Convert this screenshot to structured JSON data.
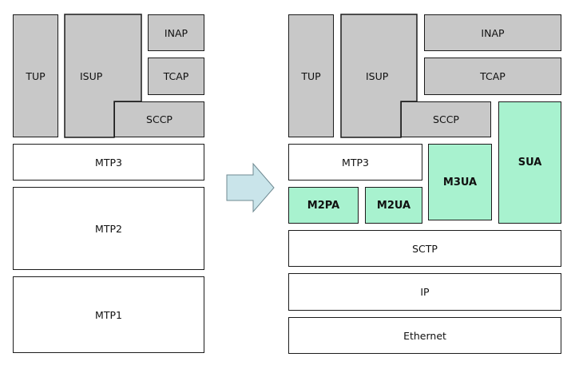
{
  "colors": {
    "layer_gray": "#c8c8c8",
    "layer_white": "#ffffff",
    "layer_green": "#a8f2cf",
    "arrow_fill": "#c9e4ea",
    "border": "#1c1c1c"
  },
  "ss7_stack": {
    "tup": "TUP",
    "isup": "ISUP",
    "inap": "INAP",
    "tcap": "TCAP",
    "sccp": "SCCP",
    "mtp3": "MTP3",
    "mtp2": "MTP2",
    "mtp1": "MTP1"
  },
  "arrow_icon": "right-arrow-icon",
  "sigtran_stack": {
    "tup": "TUP",
    "isup": "ISUP",
    "inap": "INAP",
    "tcap": "TCAP",
    "sccp": "SCCP",
    "sua": "SUA",
    "mtp3": "MTP3",
    "m3ua": "M3UA",
    "m2pa": "M2PA",
    "m2ua": "M2UA",
    "sctp": "SCTP",
    "ip": "IP",
    "ethernet": "Ethernet"
  }
}
